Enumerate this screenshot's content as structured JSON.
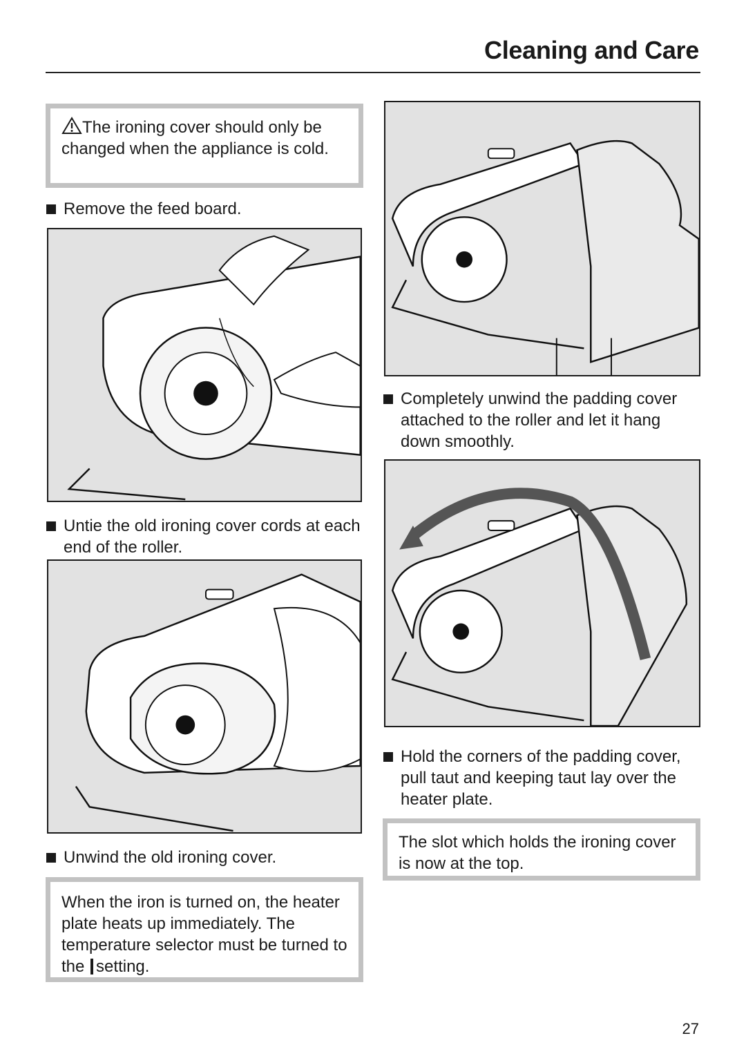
{
  "header": {
    "title": "Cleaning and Care"
  },
  "notices": {
    "warning": "The ironing cover should only be changed when the appliance is cold.",
    "heater": "When the iron is turned on, the heater plate heats up immediately. The temperature selector must be turned to the",
    "heater_end": "setting.",
    "slot": "The slot which holds the ironing cover is now at the top."
  },
  "steps": {
    "remove_feed": "Remove the feed board.",
    "untie": "Untie the old ironing cover cords at each end of the roller.",
    "unwind": "Unwind the old ironing cover.",
    "unwind_padding": "Completely unwind the padding cover attached to the roller and let it hang down smoothly.",
    "hold_corners": "Hold the corners of the padding cover, pull taut and keeping taut lay over the heater plate."
  },
  "icons": {
    "warning": "warning-triangle-icon",
    "bullet": "square-bullet-icon",
    "setting": "off-setting-bar-icon"
  },
  "page_number": "27"
}
